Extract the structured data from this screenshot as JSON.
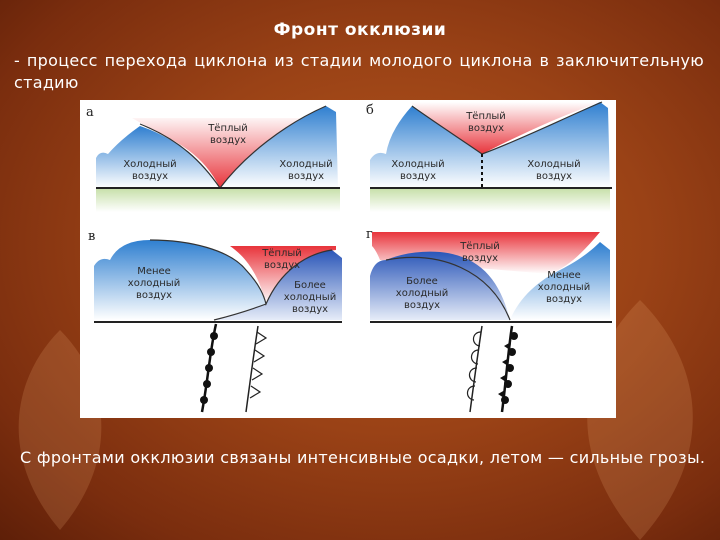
{
  "title": "Фронт окклюзии",
  "intro": "- процесс перехода циклона из стадии молодого циклона в заключительную стадию",
  "outro": "С фронтами окклюзии связаны интенсивные осадки, летом — сильные грозы.",
  "panels": {
    "a": {
      "label": "а",
      "warm": [
        "Тёплый",
        "воздух"
      ],
      "cold_left": [
        "Холодный",
        "воздух"
      ],
      "cold_right": [
        "Холодный",
        "воздух"
      ]
    },
    "b": {
      "label": "б",
      "warm": [
        "Тёплый",
        "воздух"
      ],
      "cold_left": [
        "Холодный",
        "воздух"
      ],
      "cold_right": [
        "Холодный",
        "воздух"
      ]
    },
    "v": {
      "label": "в",
      "warm": [
        "Тёплый",
        "воздух"
      ],
      "less_cold": [
        "Менее",
        "холодный",
        "воздух"
      ],
      "more_cold": [
        "Более",
        "холодный",
        "воздух"
      ]
    },
    "g": {
      "label": "г",
      "warm": [
        "Тёплый",
        "воздух"
      ],
      "more_cold": [
        "Более",
        "холодный",
        "воздух"
      ],
      "less_cold": [
        "Менее",
        "холодный",
        "воздух"
      ]
    }
  },
  "colors": {
    "warm_air": "#e8343b",
    "cold_air": "#2f7fd0",
    "ground": "#c6dfa8",
    "background": "#9a4216"
  }
}
